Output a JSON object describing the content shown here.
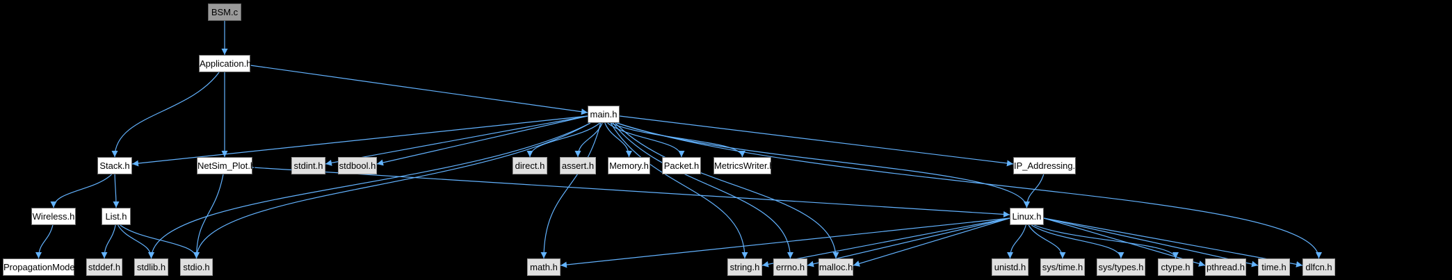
{
  "nodes": {
    "bsm_c": {
      "label": "BSM.c"
    },
    "application_h": {
      "label": "Application.h"
    },
    "main_h": {
      "label": "main.h"
    },
    "stack_h": {
      "label": "Stack.h"
    },
    "netsim_plot_h": {
      "label": "NetSim_Plot.h"
    },
    "stdint_h": {
      "label": "stdint.h"
    },
    "stdbool_h": {
      "label": "stdbool.h"
    },
    "direct_h": {
      "label": "direct.h"
    },
    "assert_h": {
      "label": "assert.h"
    },
    "memory_h": {
      "label": "Memory.h"
    },
    "packet_h": {
      "label": "Packet.h"
    },
    "metricswriter_h": {
      "label": "MetricsWriter.h"
    },
    "ip_addressing_h": {
      "label": "IP_Addressing.h"
    },
    "wireless_h": {
      "label": "Wireless.h"
    },
    "list_h": {
      "label": "List.h"
    },
    "linux_h": {
      "label": "Linux.h"
    },
    "propagationmodel_h": {
      "label": "PropagationModel.h"
    },
    "stddef_h": {
      "label": "stddef.h"
    },
    "stdlib_h": {
      "label": "stdlib.h"
    },
    "stdio_h": {
      "label": "stdio.h"
    },
    "math_h": {
      "label": "math.h"
    },
    "string_h": {
      "label": "string.h"
    },
    "errno_h": {
      "label": "errno.h"
    },
    "malloc_h": {
      "label": "malloc.h"
    },
    "unistd_h": {
      "label": "unistd.h"
    },
    "sys_time_h": {
      "label": "sys/time.h"
    },
    "sys_types_h": {
      "label": "sys/types.h"
    },
    "ctype_h": {
      "label": "ctype.h"
    },
    "pthread_h": {
      "label": "pthread.h"
    },
    "time_h": {
      "label": "time.h"
    },
    "dlfcn_h": {
      "label": "dlfcn.h"
    }
  },
  "edge_color": "#63b3ff",
  "edges": [
    [
      "bsm_c",
      "application_h"
    ],
    [
      "application_h",
      "stack_h"
    ],
    [
      "application_h",
      "netsim_plot_h"
    ],
    [
      "application_h",
      "main_h"
    ],
    [
      "main_h",
      "stack_h"
    ],
    [
      "main_h",
      "stdint_h"
    ],
    [
      "main_h",
      "stdbool_h"
    ],
    [
      "main_h",
      "direct_h"
    ],
    [
      "main_h",
      "assert_h"
    ],
    [
      "main_h",
      "memory_h"
    ],
    [
      "main_h",
      "packet_h"
    ],
    [
      "main_h",
      "metricswriter_h"
    ],
    [
      "main_h",
      "ip_addressing_h"
    ],
    [
      "main_h",
      "linux_h"
    ],
    [
      "main_h",
      "stdlib_h"
    ],
    [
      "main_h",
      "stdio_h"
    ],
    [
      "main_h",
      "math_h"
    ],
    [
      "main_h",
      "string_h"
    ],
    [
      "main_h",
      "errno_h"
    ],
    [
      "main_h",
      "malloc_h"
    ],
    [
      "main_h",
      "dlfcn_h"
    ],
    [
      "stack_h",
      "wireless_h"
    ],
    [
      "stack_h",
      "list_h"
    ],
    [
      "wireless_h",
      "propagationmodel_h"
    ],
    [
      "list_h",
      "stddef_h"
    ],
    [
      "list_h",
      "stdlib_h"
    ],
    [
      "list_h",
      "stdio_h"
    ],
    [
      "netsim_plot_h",
      "stdio_h"
    ],
    [
      "netsim_plot_h",
      "linux_h"
    ],
    [
      "ip_addressing_h",
      "linux_h"
    ],
    [
      "linux_h",
      "math_h"
    ],
    [
      "linux_h",
      "string_h"
    ],
    [
      "linux_h",
      "errno_h"
    ],
    [
      "linux_h",
      "malloc_h"
    ],
    [
      "linux_h",
      "unistd_h"
    ],
    [
      "linux_h",
      "sys_time_h"
    ],
    [
      "linux_h",
      "sys_types_h"
    ],
    [
      "linux_h",
      "ctype_h"
    ],
    [
      "linux_h",
      "pthread_h"
    ],
    [
      "linux_h",
      "time_h"
    ],
    [
      "linux_h",
      "dlfcn_h"
    ]
  ]
}
